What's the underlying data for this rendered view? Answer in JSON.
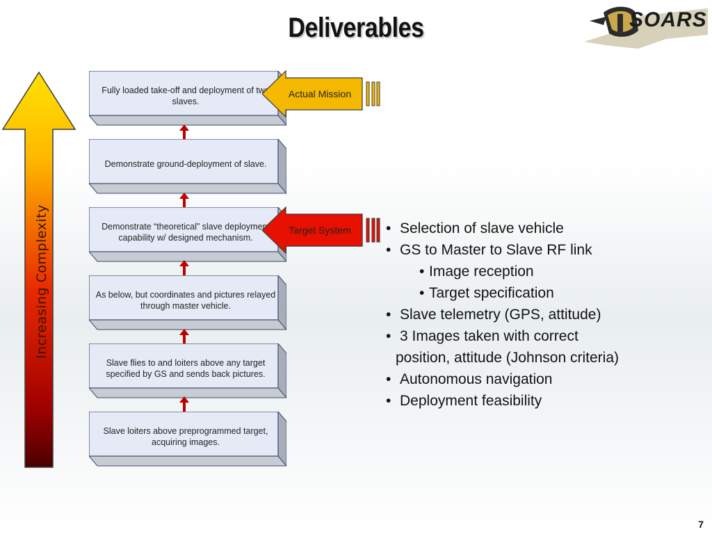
{
  "title": "Deliverables",
  "logo": {
    "text": "SOARS",
    "icon": "buffalo-logo-icon"
  },
  "complexity_label": "Increasing Complexity",
  "boxes": [
    {
      "text": "Fully loaded take-off and deployment of two slaves."
    },
    {
      "text": "Demonstrate ground-deployment of slave."
    },
    {
      "text": "Demonstrate “theoretical” slave deployment capability w/ designed mechanism."
    },
    {
      "text": "As below, but coordinates and pictures relayed through master vehicle."
    },
    {
      "text": "Slave flies to and loiters above any target specified by GS and sends back pictures."
    },
    {
      "text": "Slave loiters above preprogrammed target, acquiring images."
    }
  ],
  "callouts": {
    "actual_mission": {
      "label": "Actual Mission",
      "color": "#f5b800"
    },
    "target_system": {
      "label": "Target System",
      "color": "#e81000"
    }
  },
  "bullets": [
    {
      "text": "Selection of  slave vehicle",
      "level": 1
    },
    {
      "text": "GS to Master to Slave RF link",
      "level": 1
    },
    {
      "text": "Image reception",
      "level": 2
    },
    {
      "text": "Target specification",
      "level": 2
    },
    {
      "text": "Slave telemetry (GPS, attitude)",
      "level": 1
    },
    {
      "text": "3 Images taken with correct",
      "level": 1
    },
    {
      "text": "position, attitude (Johnson criteria)",
      "level": 0
    },
    {
      "text": "Autonomous navigation",
      "level": 1
    },
    {
      "text": "Deployment feasibility",
      "level": 1
    }
  ],
  "page_number": "7",
  "colors": {
    "box_face": "#e6eaf6",
    "box_border": "#3a4a6a",
    "arrow_red": "#c00000"
  }
}
